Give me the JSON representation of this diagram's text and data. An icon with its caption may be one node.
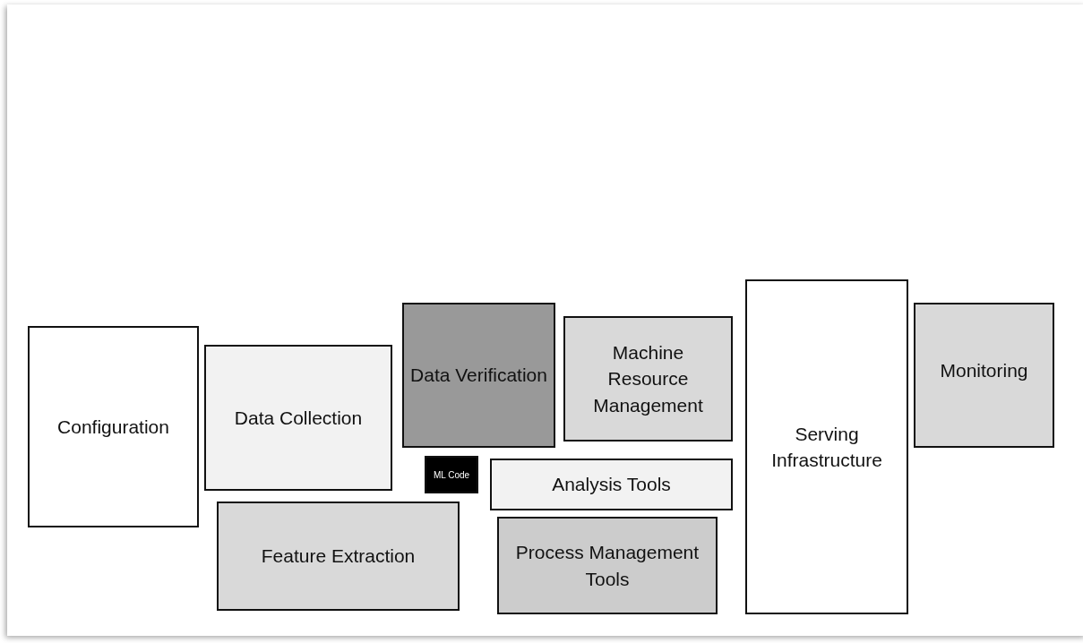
{
  "diagram": {
    "nodes": [
      {
        "text": [
          "Configuration"
        ]
      },
      {
        "text": [
          "Data Collection"
        ]
      },
      {
        "text": [
          "Data Verification"
        ]
      },
      {
        "text": [
          "Machine Resource Management"
        ]
      },
      {
        "text": [
          "ML Code"
        ]
      },
      {
        "text": [
          "Analysis Tools"
        ]
      },
      {
        "text": [
          "Feature Extraction"
        ]
      },
      {
        "text": [
          "Process Management Tools"
        ]
      },
      {
        "text": [
          "Serving Infrastructure"
        ]
      },
      {
        "text": [
          "Monitoring"
        ]
      }
    ]
  }
}
